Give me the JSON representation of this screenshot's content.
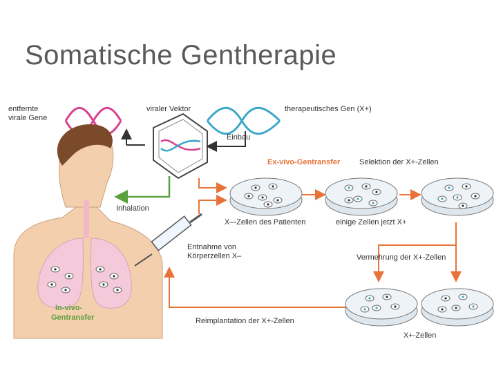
{
  "slide": {
    "title": "Somatische Gentherapie"
  },
  "labels": {
    "removed_viral_genes_1": "entfernte",
    "removed_viral_genes_2": "virale Gene",
    "viral_vector": "viraler Vektor",
    "therapeutic_gene": "therapeutisches Gen (X+)",
    "insertion": "Einbau",
    "inhalation": "Inhalation",
    "ex_vivo": "Ex-vivo-Gentransfer",
    "selection": "Selektion der X+-Zellen",
    "patient_cells": "X–-Zellen des Patienten",
    "some_cells": "einige Zellen jetzt X+",
    "extraction_1": "Entnahme von",
    "extraction_2": "Körperzellen X–",
    "multiplication": "Vermehrung der X+-Zellen",
    "in_vivo_1": "In-vivo-",
    "in_vivo_2": "Gentransfer",
    "reimplantation": "Reimplantation der X+-Zellen",
    "x_plus_cells": "X+-Zellen"
  },
  "colors": {
    "orange": "#e8733a",
    "green": "#5aa03c",
    "pink": "#d9418e",
    "cyan": "#3aa7c9",
    "skin": "#f3cfae",
    "hair": "#7a4a2a"
  }
}
